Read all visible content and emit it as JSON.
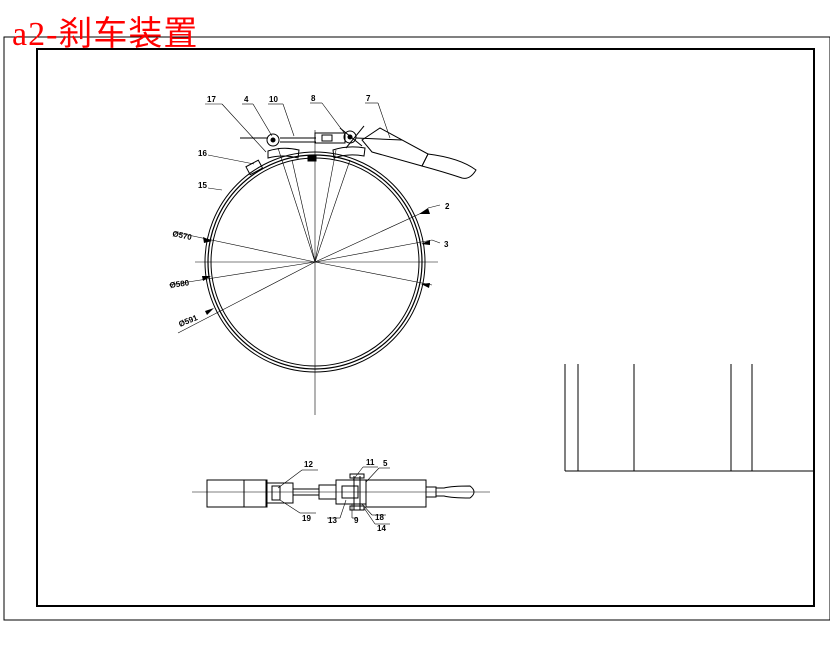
{
  "title": "a2-刹车装置",
  "labels": {
    "l17": "17",
    "l4": "4",
    "l10": "10",
    "l8": "8",
    "l7": "7",
    "l16a": "16",
    "l15": "15",
    "l2": "2",
    "l3": "3",
    "d570": "Ø570",
    "d580": "Ø580",
    "d591": "Ø591",
    "l12": "12",
    "l11": "11",
    "l5": "5",
    "l19": "19",
    "l13": "13",
    "l9": "9",
    "l18": "18",
    "l14": "14"
  }
}
